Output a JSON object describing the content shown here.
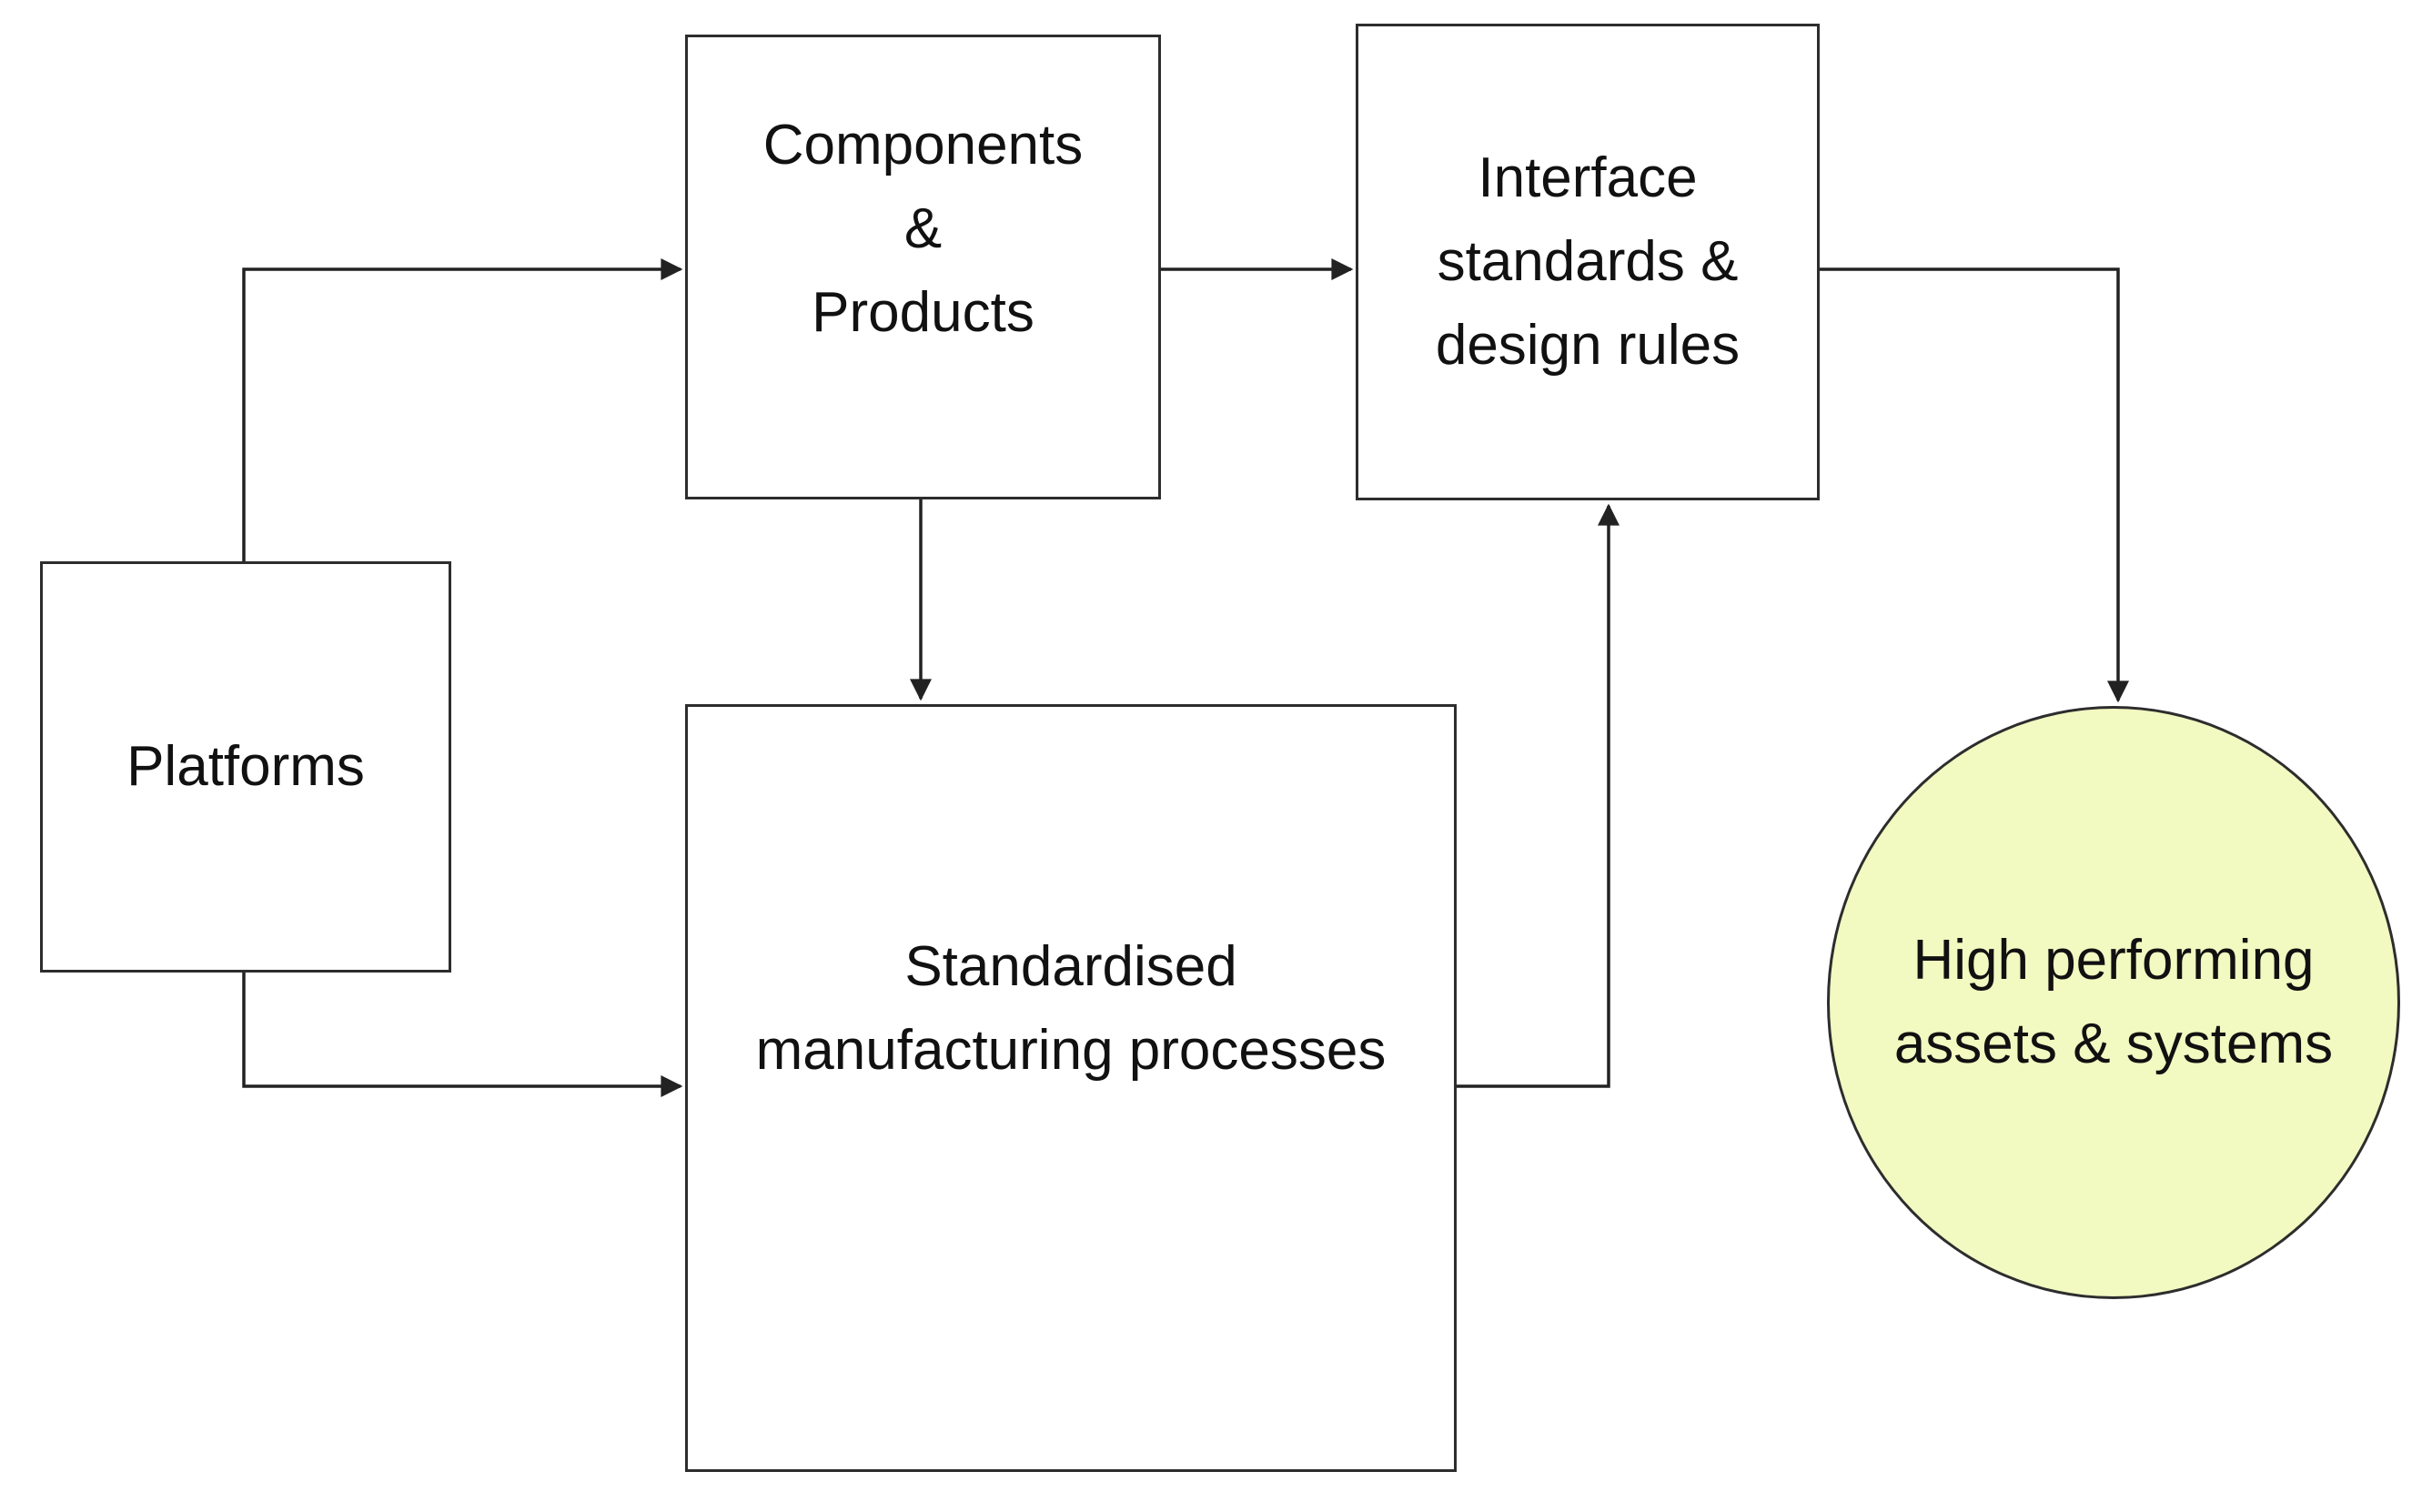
{
  "diagram": {
    "background_color": "#ffffff",
    "line_color": "#2d2d2d",
    "text_color": "#111111",
    "nodes": {
      "platforms": {
        "shape": "rectangle",
        "fill": "#ffffff",
        "label": "Platforms"
      },
      "components": {
        "shape": "rectangle",
        "fill": "#ffffff",
        "lines": [
          "Components",
          "&",
          "Products"
        ]
      },
      "interface": {
        "shape": "rectangle",
        "fill": "#ffffff",
        "lines": [
          "Interface",
          "standards &",
          "design rules"
        ]
      },
      "manufacturing": {
        "shape": "rectangle",
        "fill": "#ffffff",
        "lines": [
          "Standardised",
          "manufacturing processes"
        ]
      },
      "outcome": {
        "shape": "circle",
        "fill": "#f2f9c1",
        "lines": [
          "High performing",
          "assets & systems"
        ]
      }
    },
    "edges": [
      {
        "from": "platforms",
        "to": "components",
        "style": "elbow-arrow"
      },
      {
        "from": "components",
        "to": "interface",
        "style": "straight-arrow"
      },
      {
        "from": "components",
        "to": "manufacturing",
        "style": "straight-arrow"
      },
      {
        "from": "platforms",
        "to": "manufacturing",
        "style": "elbow-arrow"
      },
      {
        "from": "manufacturing",
        "to": "interface",
        "style": "elbow-arrow"
      },
      {
        "from": "interface",
        "to": "outcome",
        "style": "elbow-arrow"
      }
    ]
  }
}
